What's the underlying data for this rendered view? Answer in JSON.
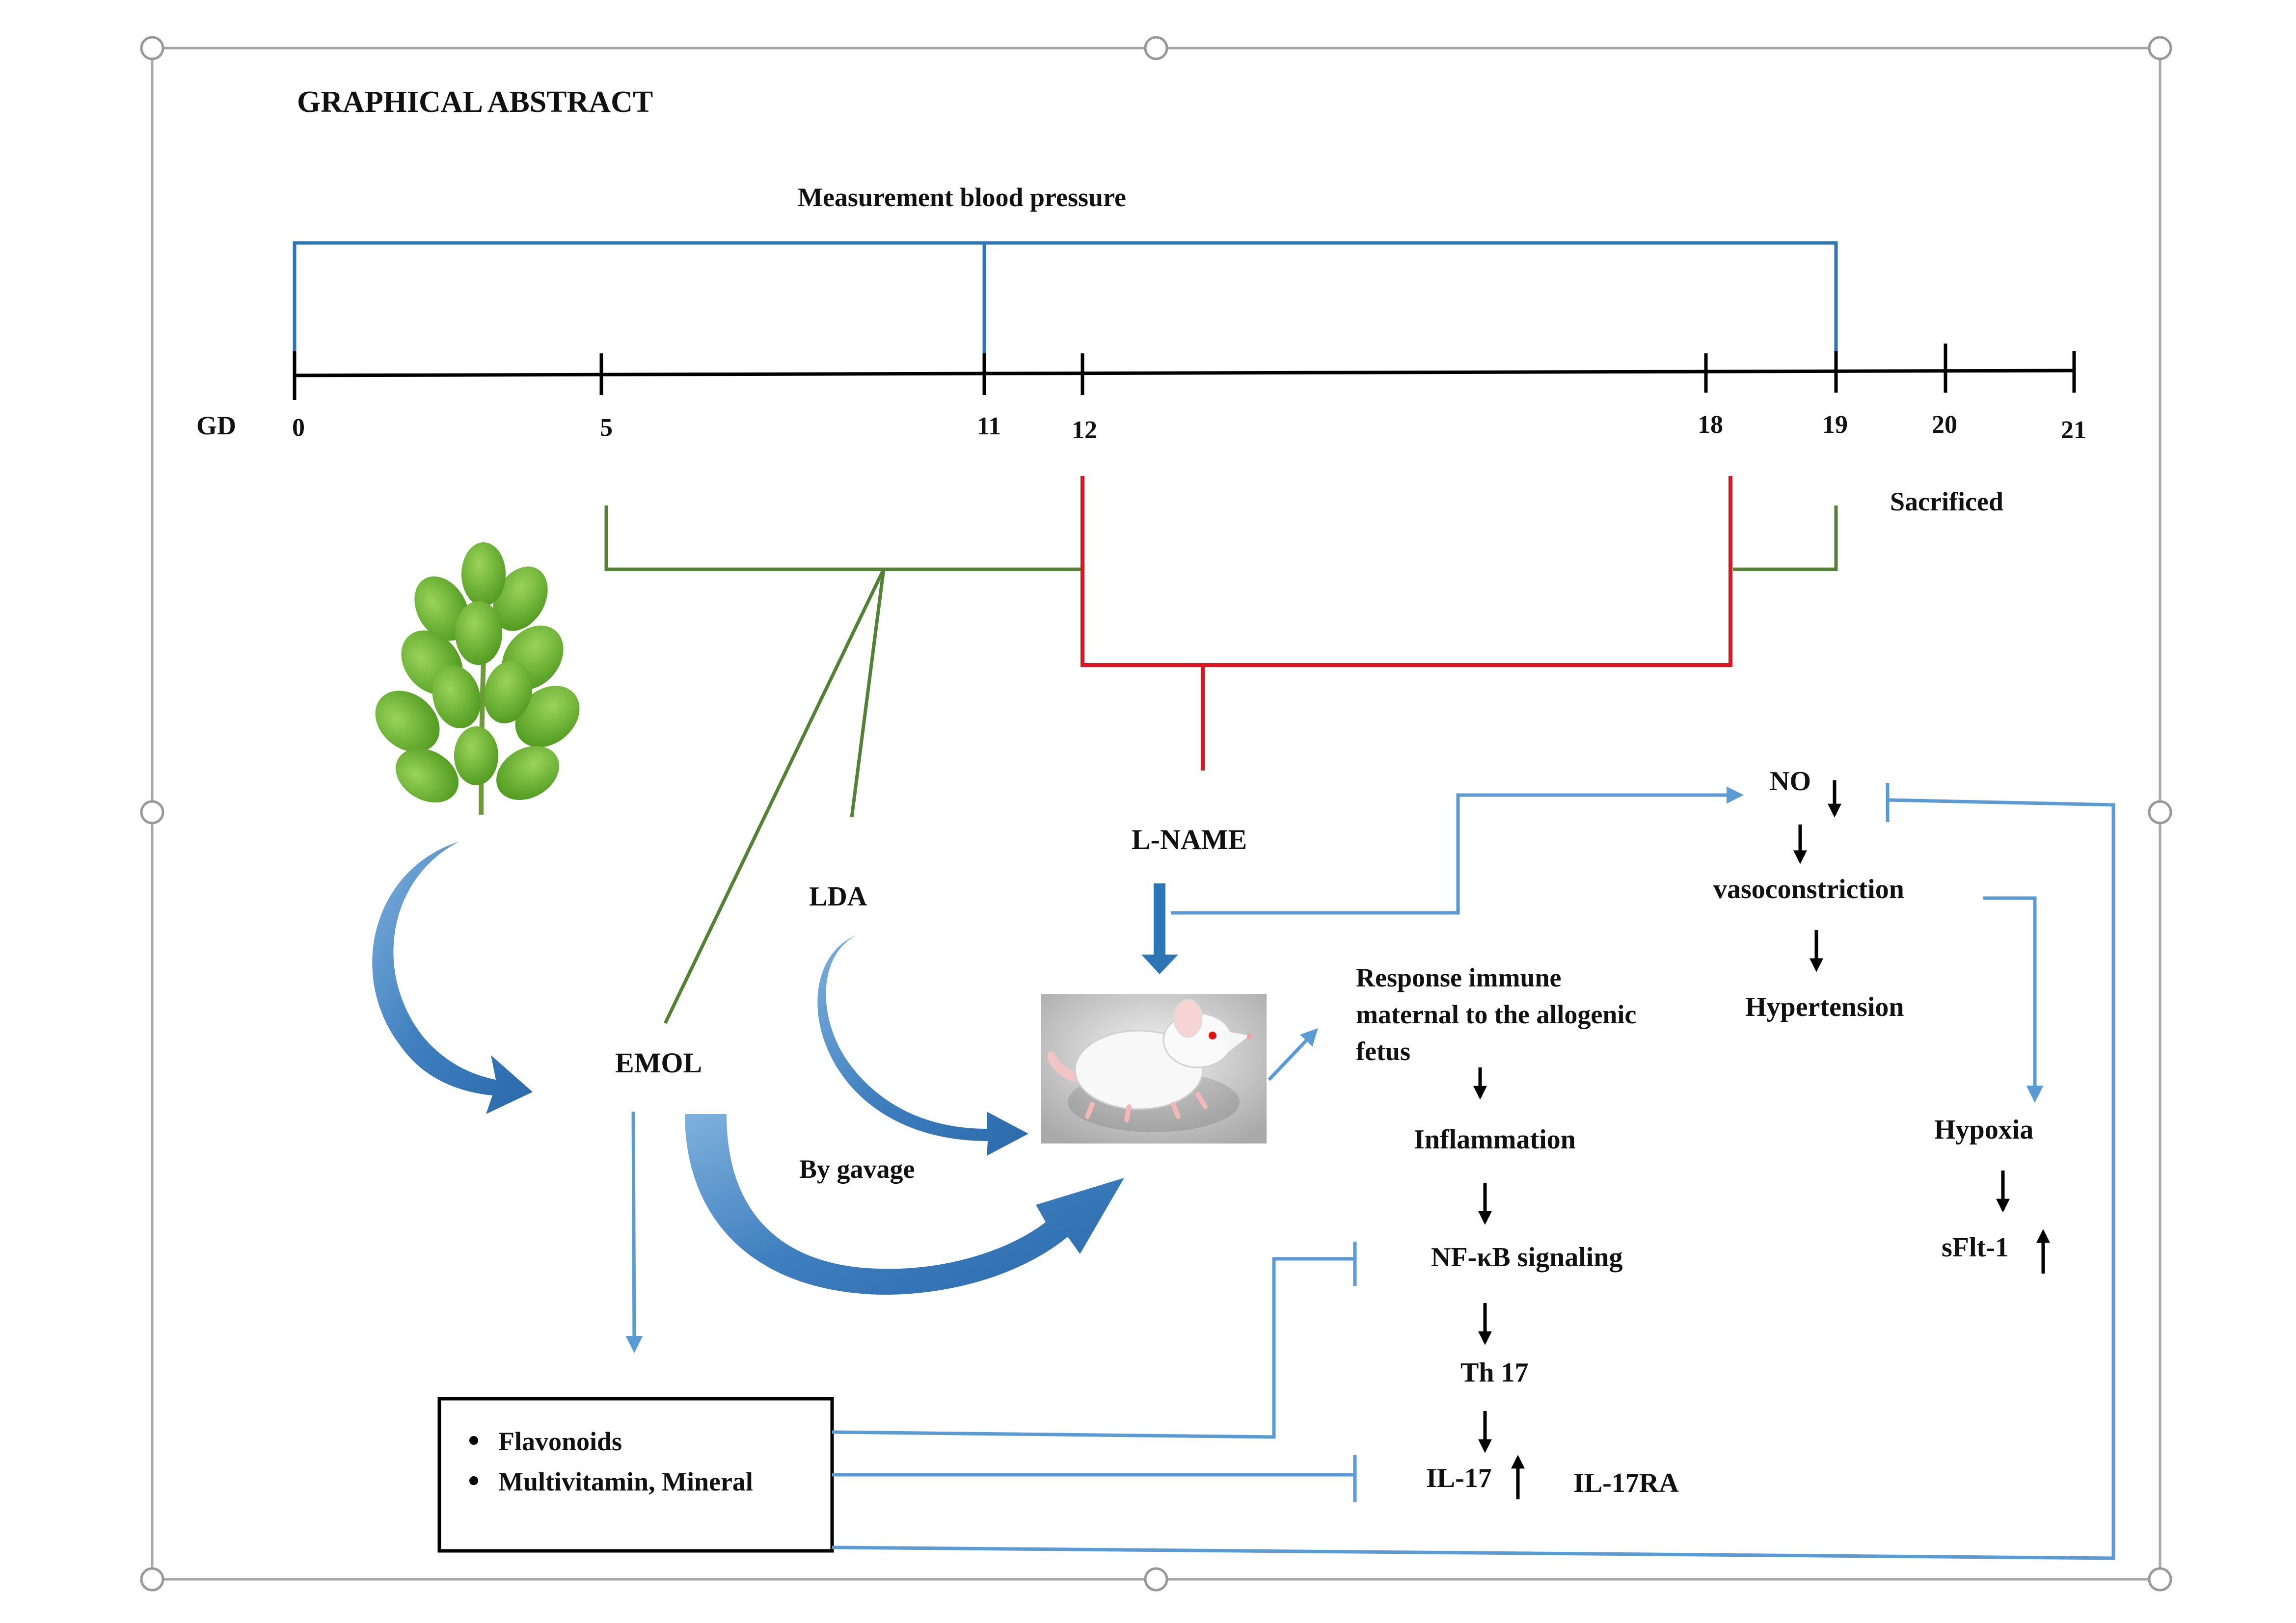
{
  "title": "GRAPHICAL ABSTRACT",
  "timeline": {
    "measurement_label": "Measurement blood pressure",
    "axis_label": "GD",
    "ticks": [
      "0",
      "5",
      "11",
      "12",
      "18",
      "19",
      "20",
      "21"
    ],
    "sacrificed_label": "Sacrificed"
  },
  "labels": {
    "lda": "LDA",
    "lname": "L-NAME",
    "emol": "EMOL",
    "by_gavage": "By gavage",
    "response_line1": "Response immune",
    "response_line2": "maternal to the allogenic",
    "response_line3": "fetus",
    "inflammation": "Inflammation",
    "nfkb": "NF-κB signaling",
    "th17": "Th 17",
    "il17": "IL-17",
    "il17ra": "IL-17RA",
    "no": "NO",
    "vasoconstriction": "vasoconstriction",
    "hypertension": "Hypertension",
    "hypoxia": "Hypoxia",
    "sflt": "sFlt-1"
  },
  "compounds": [
    "Flavonoids",
    "Multivitamin, Mineral"
  ],
  "icons": {
    "leaf": "moringa-leaf-icon",
    "rat": "white-rat-image",
    "arrow_up": "up-arrow",
    "arrow_down": "down-arrow"
  },
  "colors": {
    "timeline": "#000000",
    "bp_bracket": "#2e75b6",
    "emol_bracket": "#548235",
    "lname_bracket": "#e0141e",
    "arrows": "#5b9bd5"
  }
}
